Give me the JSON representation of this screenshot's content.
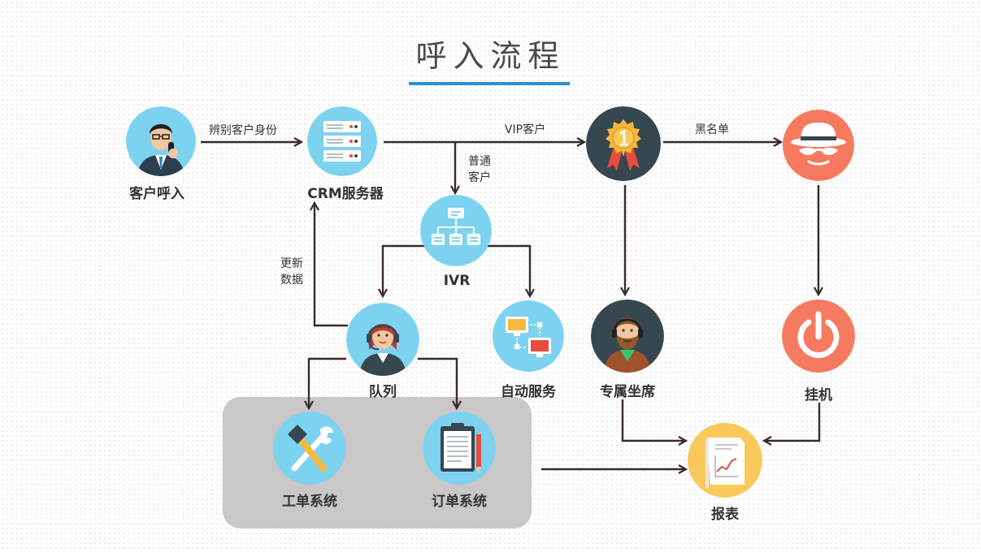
{
  "title": "呼入流程",
  "colors": {
    "accent": "#2b8ed6",
    "circle_blue": "#7dd3ef",
    "circle_dark": "#37474f",
    "circle_orange": "#f57a60",
    "circle_yellow": "#f8c95a",
    "panel_gray": "#c9c7c7",
    "arrow": "#3a2a2a"
  },
  "nodes": {
    "caller": {
      "label": "客户呼入",
      "icon": "customer-phone-icon"
    },
    "crm": {
      "label": "CRM服务器",
      "icon": "server-rack-icon"
    },
    "ivr": {
      "label": "IVR",
      "icon": "flowchart-icon"
    },
    "vip": {
      "label": "",
      "icon": "first-place-medal-icon"
    },
    "blacklist": {
      "label": "",
      "icon": "spy-hat-icon"
    },
    "queue": {
      "label": "队列",
      "icon": "agent-headset-icon"
    },
    "self_service": {
      "label": "自动服务",
      "icon": "network-monitors-icon"
    },
    "dedicated_agent": {
      "label": "专属坐席",
      "icon": "bearded-agent-icon"
    },
    "hangup": {
      "label": "挂机",
      "icon": "power-icon"
    },
    "ticket_system": {
      "label": "工单系统",
      "icon": "hammer-wrench-icon"
    },
    "order_system": {
      "label": "订单系统",
      "icon": "clipboard-icon"
    },
    "report": {
      "label": "报表",
      "icon": "report-chart-icon"
    }
  },
  "edges": {
    "identify": "辨别客户身份",
    "vip_customer": "VIP客户",
    "blacklist": "黑名单",
    "regular_line1": "普通",
    "regular_line2": "客户",
    "update_line1": "更新",
    "update_line2": "数据"
  }
}
